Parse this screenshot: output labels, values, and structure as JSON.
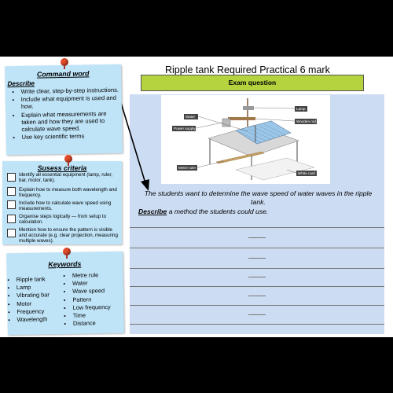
{
  "header": {
    "title": "Ripple tank Required Practical 6 mark",
    "exam_label": "Exam question"
  },
  "diagram": {
    "labels": {
      "lamp": "Lamp",
      "water": "Water",
      "wooden_rod": "Wooden rod",
      "power_supply": "Power supply",
      "metre_ruler": "Metre ruler",
      "white_card": "White card"
    }
  },
  "question": {
    "text": "The students want to determine the wave speed of water waves in the ripple tank.",
    "command_word": "Describe",
    "rest": " a method the students could use."
  },
  "command_word": {
    "title": "Command word",
    "subtitle": "Describe",
    "items": [
      "Write clear, step-by-step instructions.",
      "Include what equipment is used and how.",
      "Explain what measurements are taken and how they are used to calculate wave speed.",
      "Use key scientific terms"
    ]
  },
  "success_criteria": {
    "title": "Susess criteria",
    "items": [
      "Identify all essential equipment (lamp, ruler, bar, motor, tank).",
      "Explain how to measure both wavelength and frequency.",
      "Include how to calculate wave speed using measurements.",
      "Organise steps logically — from setup to calculation.",
      "Mention how to ensure the pattern is visible and accurate (e.g. clear projection, measuring multiple waves)."
    ]
  },
  "keywords": {
    "title": "Keywords",
    "left": [
      "Ripple tank",
      "Lamp",
      "Vibrating bar",
      "Motor",
      "Frequency",
      "Wavelength"
    ],
    "right": [
      "Metre rule",
      "Water",
      "Wave speed",
      "Pattern",
      "Low frequency",
      "Time",
      "Distance"
    ]
  },
  "colors": {
    "note": "#bfe4f8",
    "exam_bar": "#b5d33f",
    "exam_area": "#ccdcf2",
    "pin": "#e04a2a"
  }
}
